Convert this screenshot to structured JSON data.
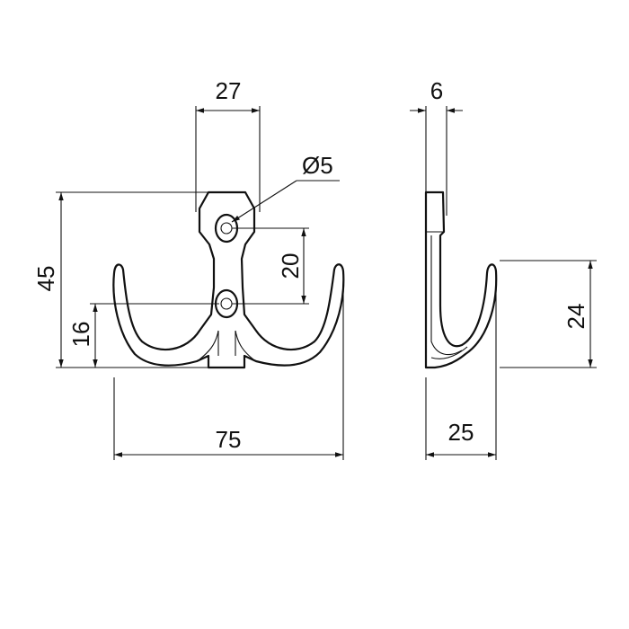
{
  "drawing": {
    "front_view": {
      "top_width": "27",
      "hole_diameter": "Ø5",
      "hole_spacing": "20",
      "total_height": "45",
      "lower_hole_height": "16",
      "total_width": "75"
    },
    "side_view": {
      "thickness": "6",
      "hook_height": "24",
      "depth": "25"
    }
  }
}
